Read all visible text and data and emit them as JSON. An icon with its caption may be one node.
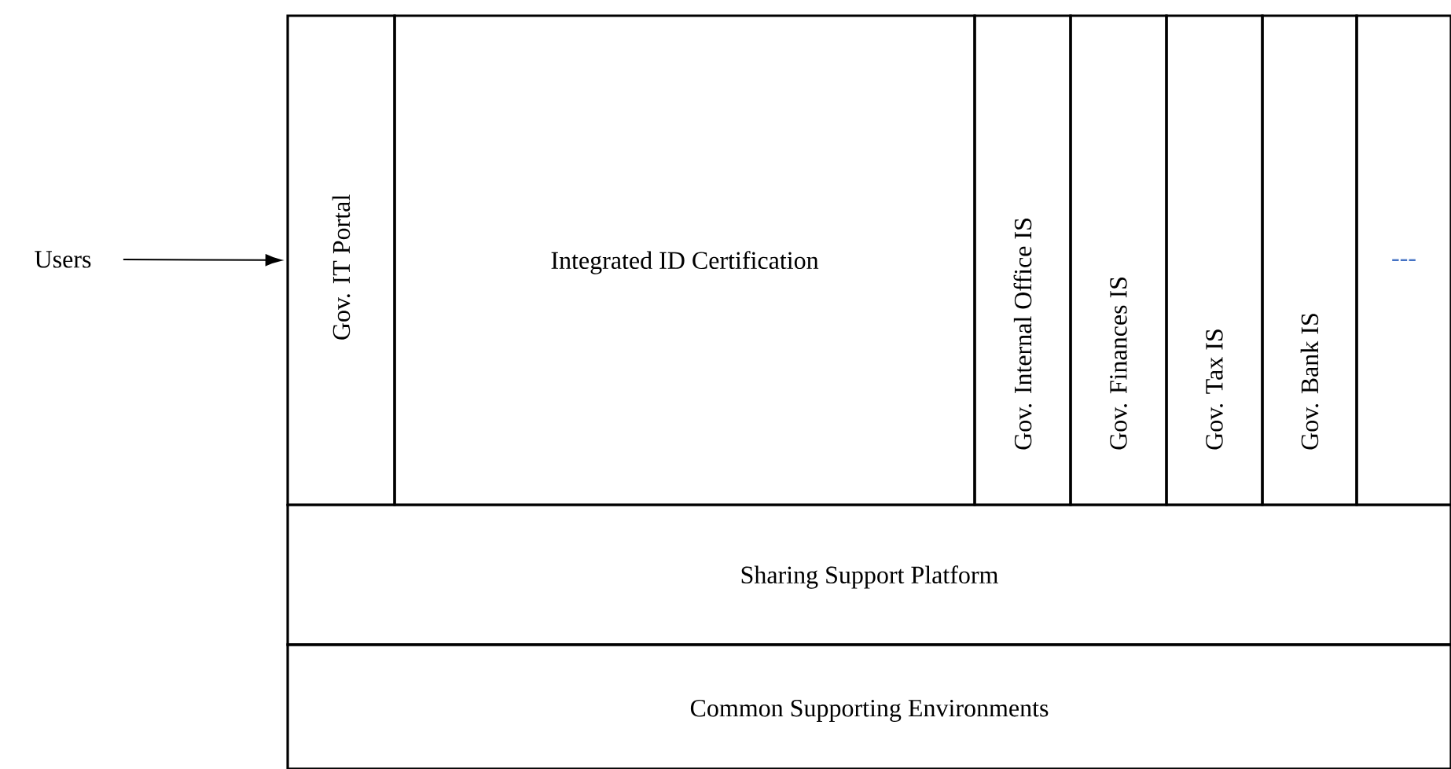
{
  "diagram": {
    "nodes": [
      {
        "text": [
          "Users"
        ]
      },
      {
        "text": [
          "Gov. IT Portal"
        ]
      },
      {
        "text": [
          "Integrated ID Certification"
        ]
      },
      {
        "text": [
          "Gov. Internal Office IS"
        ]
      },
      {
        "text": [
          "Gov. Finances IS"
        ]
      },
      {
        "text": [
          "Gov. Tax IS"
        ]
      },
      {
        "text": [
          "Gov. Bank IS"
        ]
      },
      {
        "text": [
          "---"
        ]
      },
      {
        "text": [
          "Sharing Support Platform"
        ]
      },
      {
        "text": [
          "Common Supporting Environments"
        ]
      }
    ],
    "edges": [
      {
        "from": 0,
        "to": 1,
        "arrow": "to"
      }
    ]
  }
}
